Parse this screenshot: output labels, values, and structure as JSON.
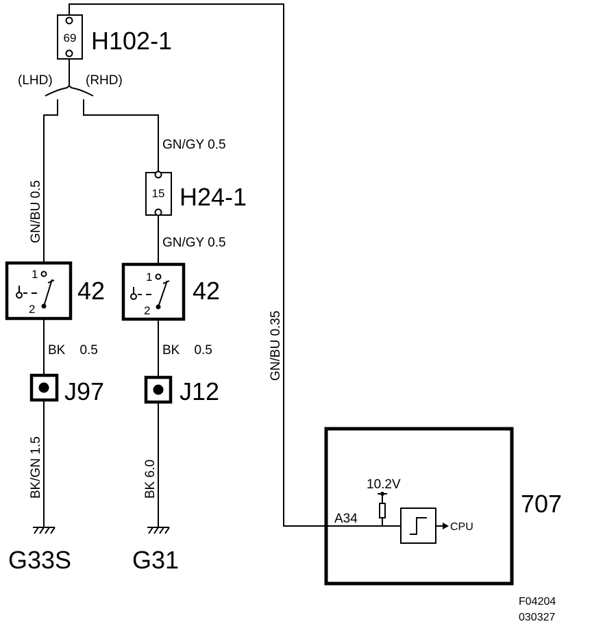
{
  "connectors": {
    "h102": {
      "name": "H102-1",
      "pin": "69"
    },
    "h24": {
      "name": "H24-1",
      "pin": "15"
    }
  },
  "variants": {
    "lhd": "(LHD)",
    "rhd": "(RHD)"
  },
  "wires": {
    "gn_bu_left": "GN/BU  0.5",
    "gn_gy_top": "GN/GY  0.5",
    "gn_gy_mid": "GN/GY  0.5",
    "bk_left": "BK    0.5",
    "bk_right": "BK    0.5",
    "bk_gn": "BK/GN  1.5",
    "bk_60": "BK  6.0",
    "gn_bu_right": "GN/BU  0.35"
  },
  "switches": {
    "left": {
      "name": "42",
      "pin1": "1",
      "pin2": "2"
    },
    "right": {
      "name": "42",
      "pin1": "1",
      "pin2": "2"
    }
  },
  "splices": {
    "j97": "J97",
    "j12": "J12"
  },
  "grounds": {
    "g33s": "G33S",
    "g31": "G31"
  },
  "module": {
    "name": "707",
    "pin": "A34",
    "voltage": "10.2V",
    "cpu": "CPU"
  },
  "footer": {
    "code": "F04204",
    "date": "030327"
  }
}
